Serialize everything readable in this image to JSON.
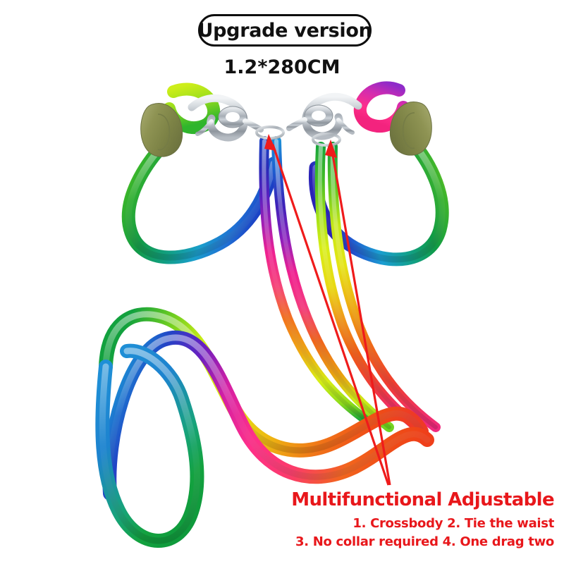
{
  "product": {
    "badge_label": "Upgrade version",
    "size_label": "1.2*280CM",
    "type": "rainbow-gradient-dual-dog-leash",
    "background_color": "#ffffff"
  },
  "annotations": {
    "accent_color": "#e8171b",
    "headline": "Multifunctional Adjustable",
    "feature_line_1": "1. Crossbody 2. Tie the waist",
    "feature_line_2": "3. No collar required 4. One drag two",
    "arrow_count": 2,
    "arrow_targets": [
      "left-o-ring",
      "right-o-ring"
    ]
  },
  "hardware": {
    "snap_hook_color": "#b9bec4",
    "sleeve_color": "#8a8f4f",
    "o_ring_color": "#9aa0a6",
    "left_clip_name": "swivel-bolt-snap-hook",
    "right_clip_name": "swivel-bolt-snap-hook"
  },
  "rope_colors": {
    "green": "#13a33c",
    "lime": "#8fdc1b",
    "chartreuse": "#d7ee16",
    "teal": "#13a7bd",
    "cyan": "#1f8fd6",
    "blue": "#1b3fc4",
    "indigo": "#3b21b5",
    "purple": "#7a1fbe",
    "magenta": "#ef2191",
    "pink": "#ff2f8a",
    "orange": "#f05a14",
    "red_orange": "#ef4b17"
  }
}
